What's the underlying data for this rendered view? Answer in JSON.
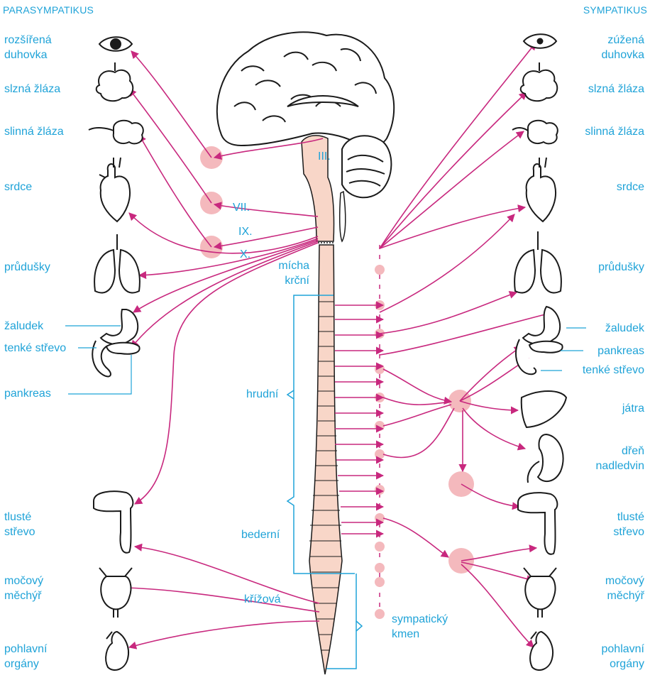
{
  "colors": {
    "nerve": "#c8287e",
    "label": "#1fa3d8",
    "cord": "#f8d6c8",
    "ganglion": "#f4b9bd",
    "outline": "#1a1a1a"
  },
  "headers": {
    "parasympathetic": "PARASYMPATIKUS",
    "sympathetic": "SYMPATIKUS"
  },
  "left_labels": {
    "iris": [
      "rozšířená",
      "duhovka"
    ],
    "lacrimal": [
      "slzná žláza"
    ],
    "salivary": [
      "slinná žláza"
    ],
    "heart": [
      "srdce"
    ],
    "bronchi": [
      "průdušky"
    ],
    "stomach": [
      "žaludek"
    ],
    "small_intestine": [
      "tenké střevo"
    ],
    "pancreas": [
      "pankreas"
    ],
    "colon": [
      "tlusté",
      "střevo"
    ],
    "bladder": [
      "močový",
      "měchýř"
    ],
    "genitals": [
      "pohlavní",
      "orgány"
    ]
  },
  "right_labels": {
    "iris": [
      "zúžená",
      "duhovka"
    ],
    "lacrimal": [
      "slzná žláza"
    ],
    "salivary": [
      "slinná žláza"
    ],
    "heart": [
      "srdce"
    ],
    "bronchi": [
      "průdušky"
    ],
    "stomach": [
      "žaludek"
    ],
    "pancreas": [
      "pankreas"
    ],
    "small_intestine": [
      "tenké střevo"
    ],
    "liver": [
      "játra"
    ],
    "adrenal": [
      "dřeň",
      "nadledvin"
    ],
    "colon": [
      "tlusté",
      "střevo"
    ],
    "bladder": [
      "močový",
      "měchýř"
    ],
    "genitals": [
      "pohlavní",
      "orgány"
    ]
  },
  "nerves": {
    "III": "III.",
    "VII": "VII.",
    "IX": "IX.",
    "X": "X."
  },
  "spine_labels": {
    "cervical": [
      "mícha",
      "krční"
    ],
    "thoracic": [
      "hrudní"
    ],
    "lumbar": [
      "bederní"
    ],
    "sacral": [
      "křížová"
    ],
    "trunk": [
      "sympatický",
      "kmen"
    ]
  }
}
